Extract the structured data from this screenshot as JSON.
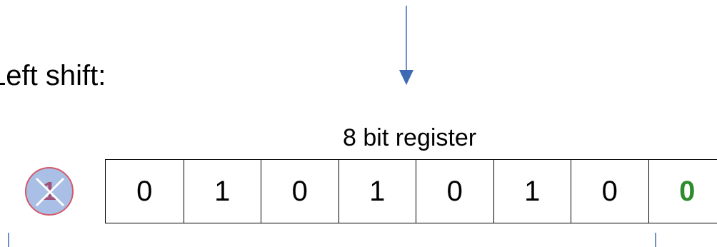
{
  "heading": "Left shift:",
  "register_label": "8 bit register",
  "bits": [
    "0",
    "1",
    "0",
    "1",
    "0",
    "1",
    "0",
    "0"
  ],
  "discarded_bit": "1",
  "colors": {
    "arrow": "#3d6ab3",
    "new_bit": "#2e8b2e",
    "discard_fill": "#a9bfe5",
    "discard_border": "#d35a6a",
    "x_mark": "#ffffff"
  }
}
